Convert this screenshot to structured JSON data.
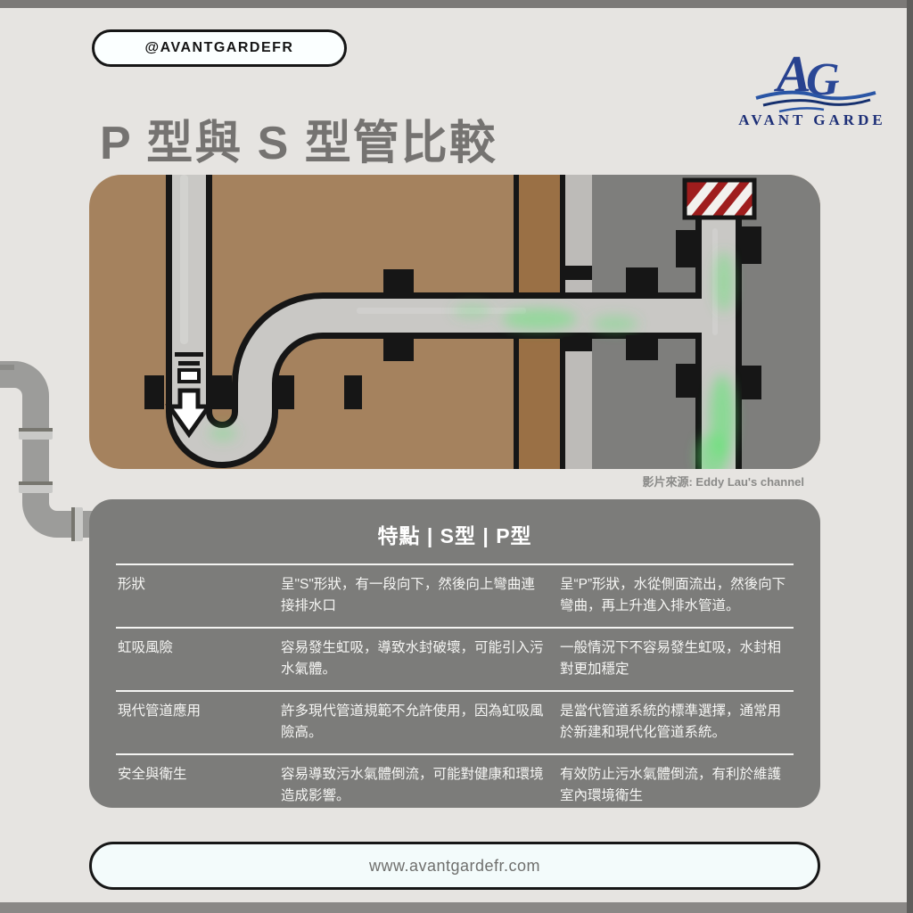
{
  "badge": {
    "handle": "@AVANTGARDEFR"
  },
  "logo": {
    "monogram_a": "A",
    "monogram_g": "G",
    "wordmark": "AVANT GARDE"
  },
  "title": "P 型與 S 型管比較",
  "video": {
    "caption": "影片來源: Eddy Lau's channel"
  },
  "table": {
    "header": "特點 | S型 | P型",
    "rows": [
      {
        "label": "形狀",
        "s": "呈\"S\"形狀，有一段向下，然後向上彎曲連接排水口",
        "p": "呈“P”形狀，水從側面流出，然後向下彎曲，再上升進入排水管道。"
      },
      {
        "label": "虹吸風險",
        "s": "容易發生虹吸，導致水封破壞，可能引入污水氣體。",
        "p": "一般情況下不容易發生虹吸，水封相對更加穩定"
      },
      {
        "label": "現代管道應用",
        "s": "許多現代管道規範不允許使用，因為虹吸風險高。",
        "p": "是當代管道系統的標準選擇，通常用於新建和現代化管道系統。"
      },
      {
        "label": "安全與衛生",
        "s": "容易導致污水氣體倒流，可能對健康和環境造成影響。",
        "p": "有效防止污水氣體倒流，有利於維護室內環境衛生"
      }
    ]
  },
  "footer": {
    "url": "www.avantgardefr.com"
  },
  "colors": {
    "background": "#e6e4e1",
    "panel": "#7c7c7a",
    "brown_wall": "#a5825e",
    "pipe_gray": "#c9c8c5",
    "outline_black": "#161616",
    "logo_navy": "#27418f",
    "hazard_red": "#9f1d1d",
    "gas_green": "#57e86b"
  }
}
